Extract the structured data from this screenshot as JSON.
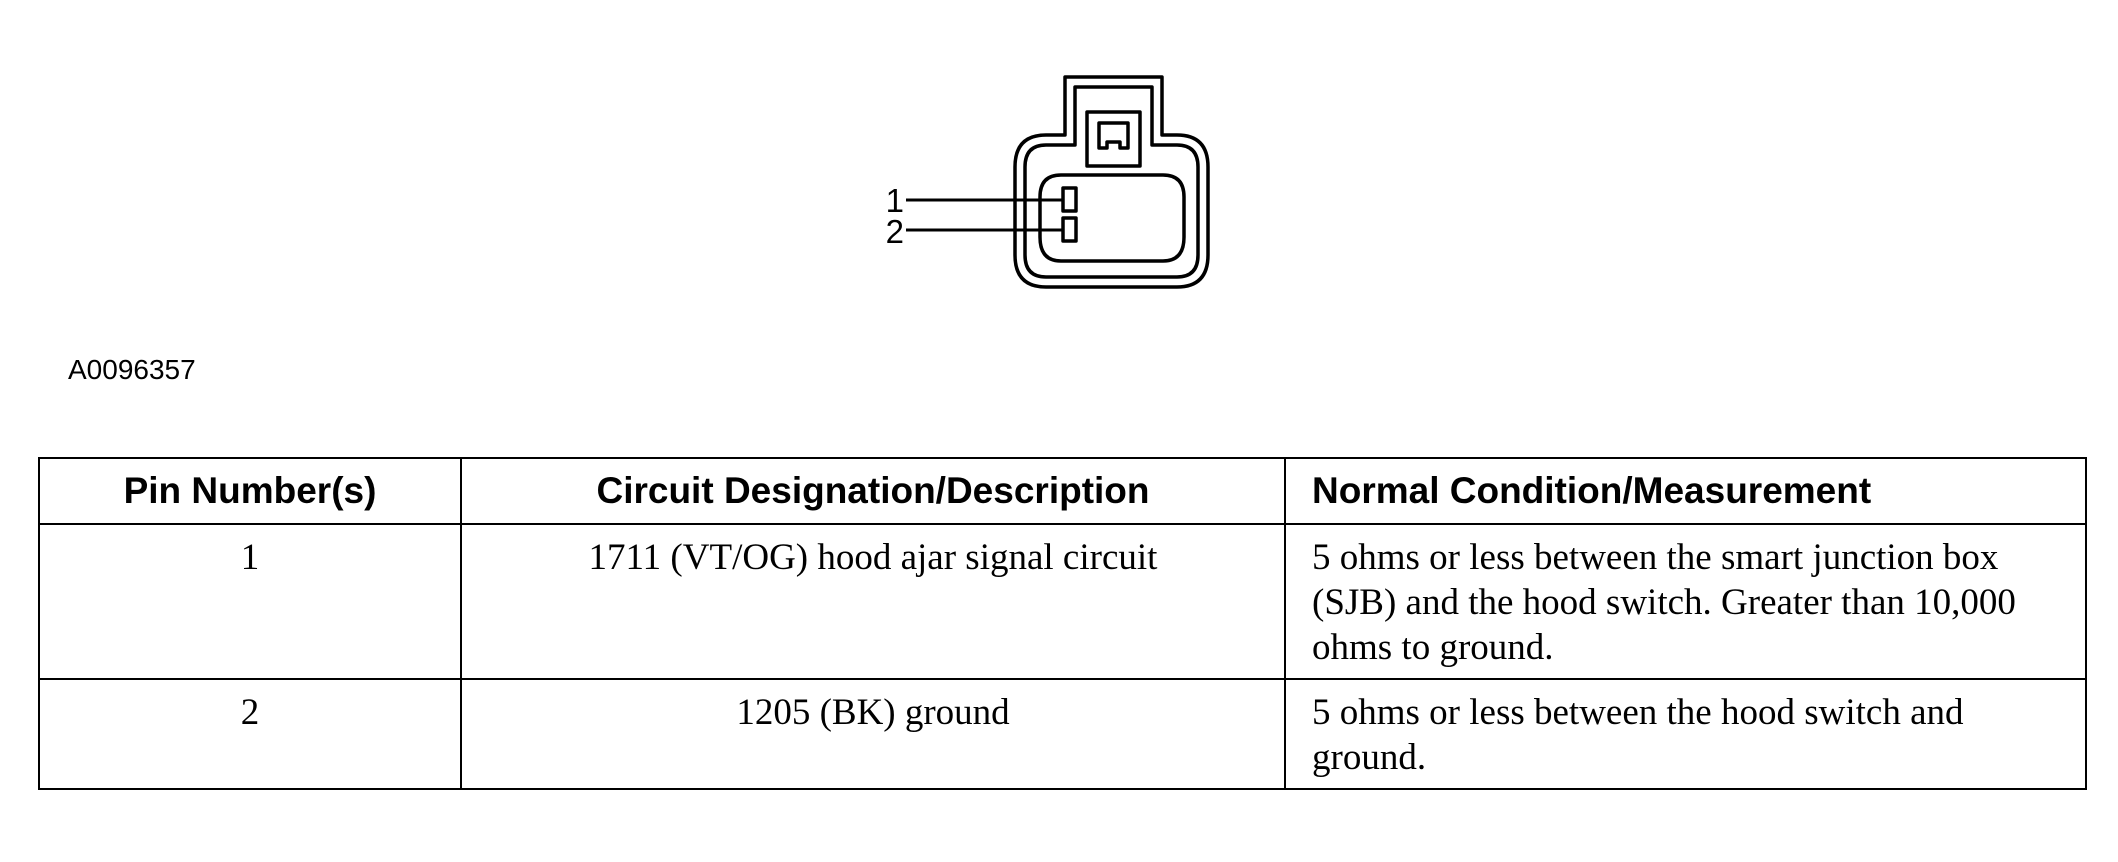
{
  "diagram": {
    "pin_labels": [
      "1",
      "2"
    ]
  },
  "figure_id": "A0096357",
  "table": {
    "headers": [
      "Pin Number(s)",
      "Circuit Designation/Description",
      "Normal Condition/Measurement"
    ],
    "rows": [
      {
        "pin": "1",
        "circuit": "1711 (VT/OG) hood ajar signal circuit",
        "condition": "5 ohms or less between the smart junction box (SJB) and the hood switch. Greater than 10,000 ohms to ground."
      },
      {
        "pin": "2",
        "circuit": "1205 (BK) ground",
        "condition": "5 ohms or less between the hood switch and ground."
      }
    ]
  }
}
